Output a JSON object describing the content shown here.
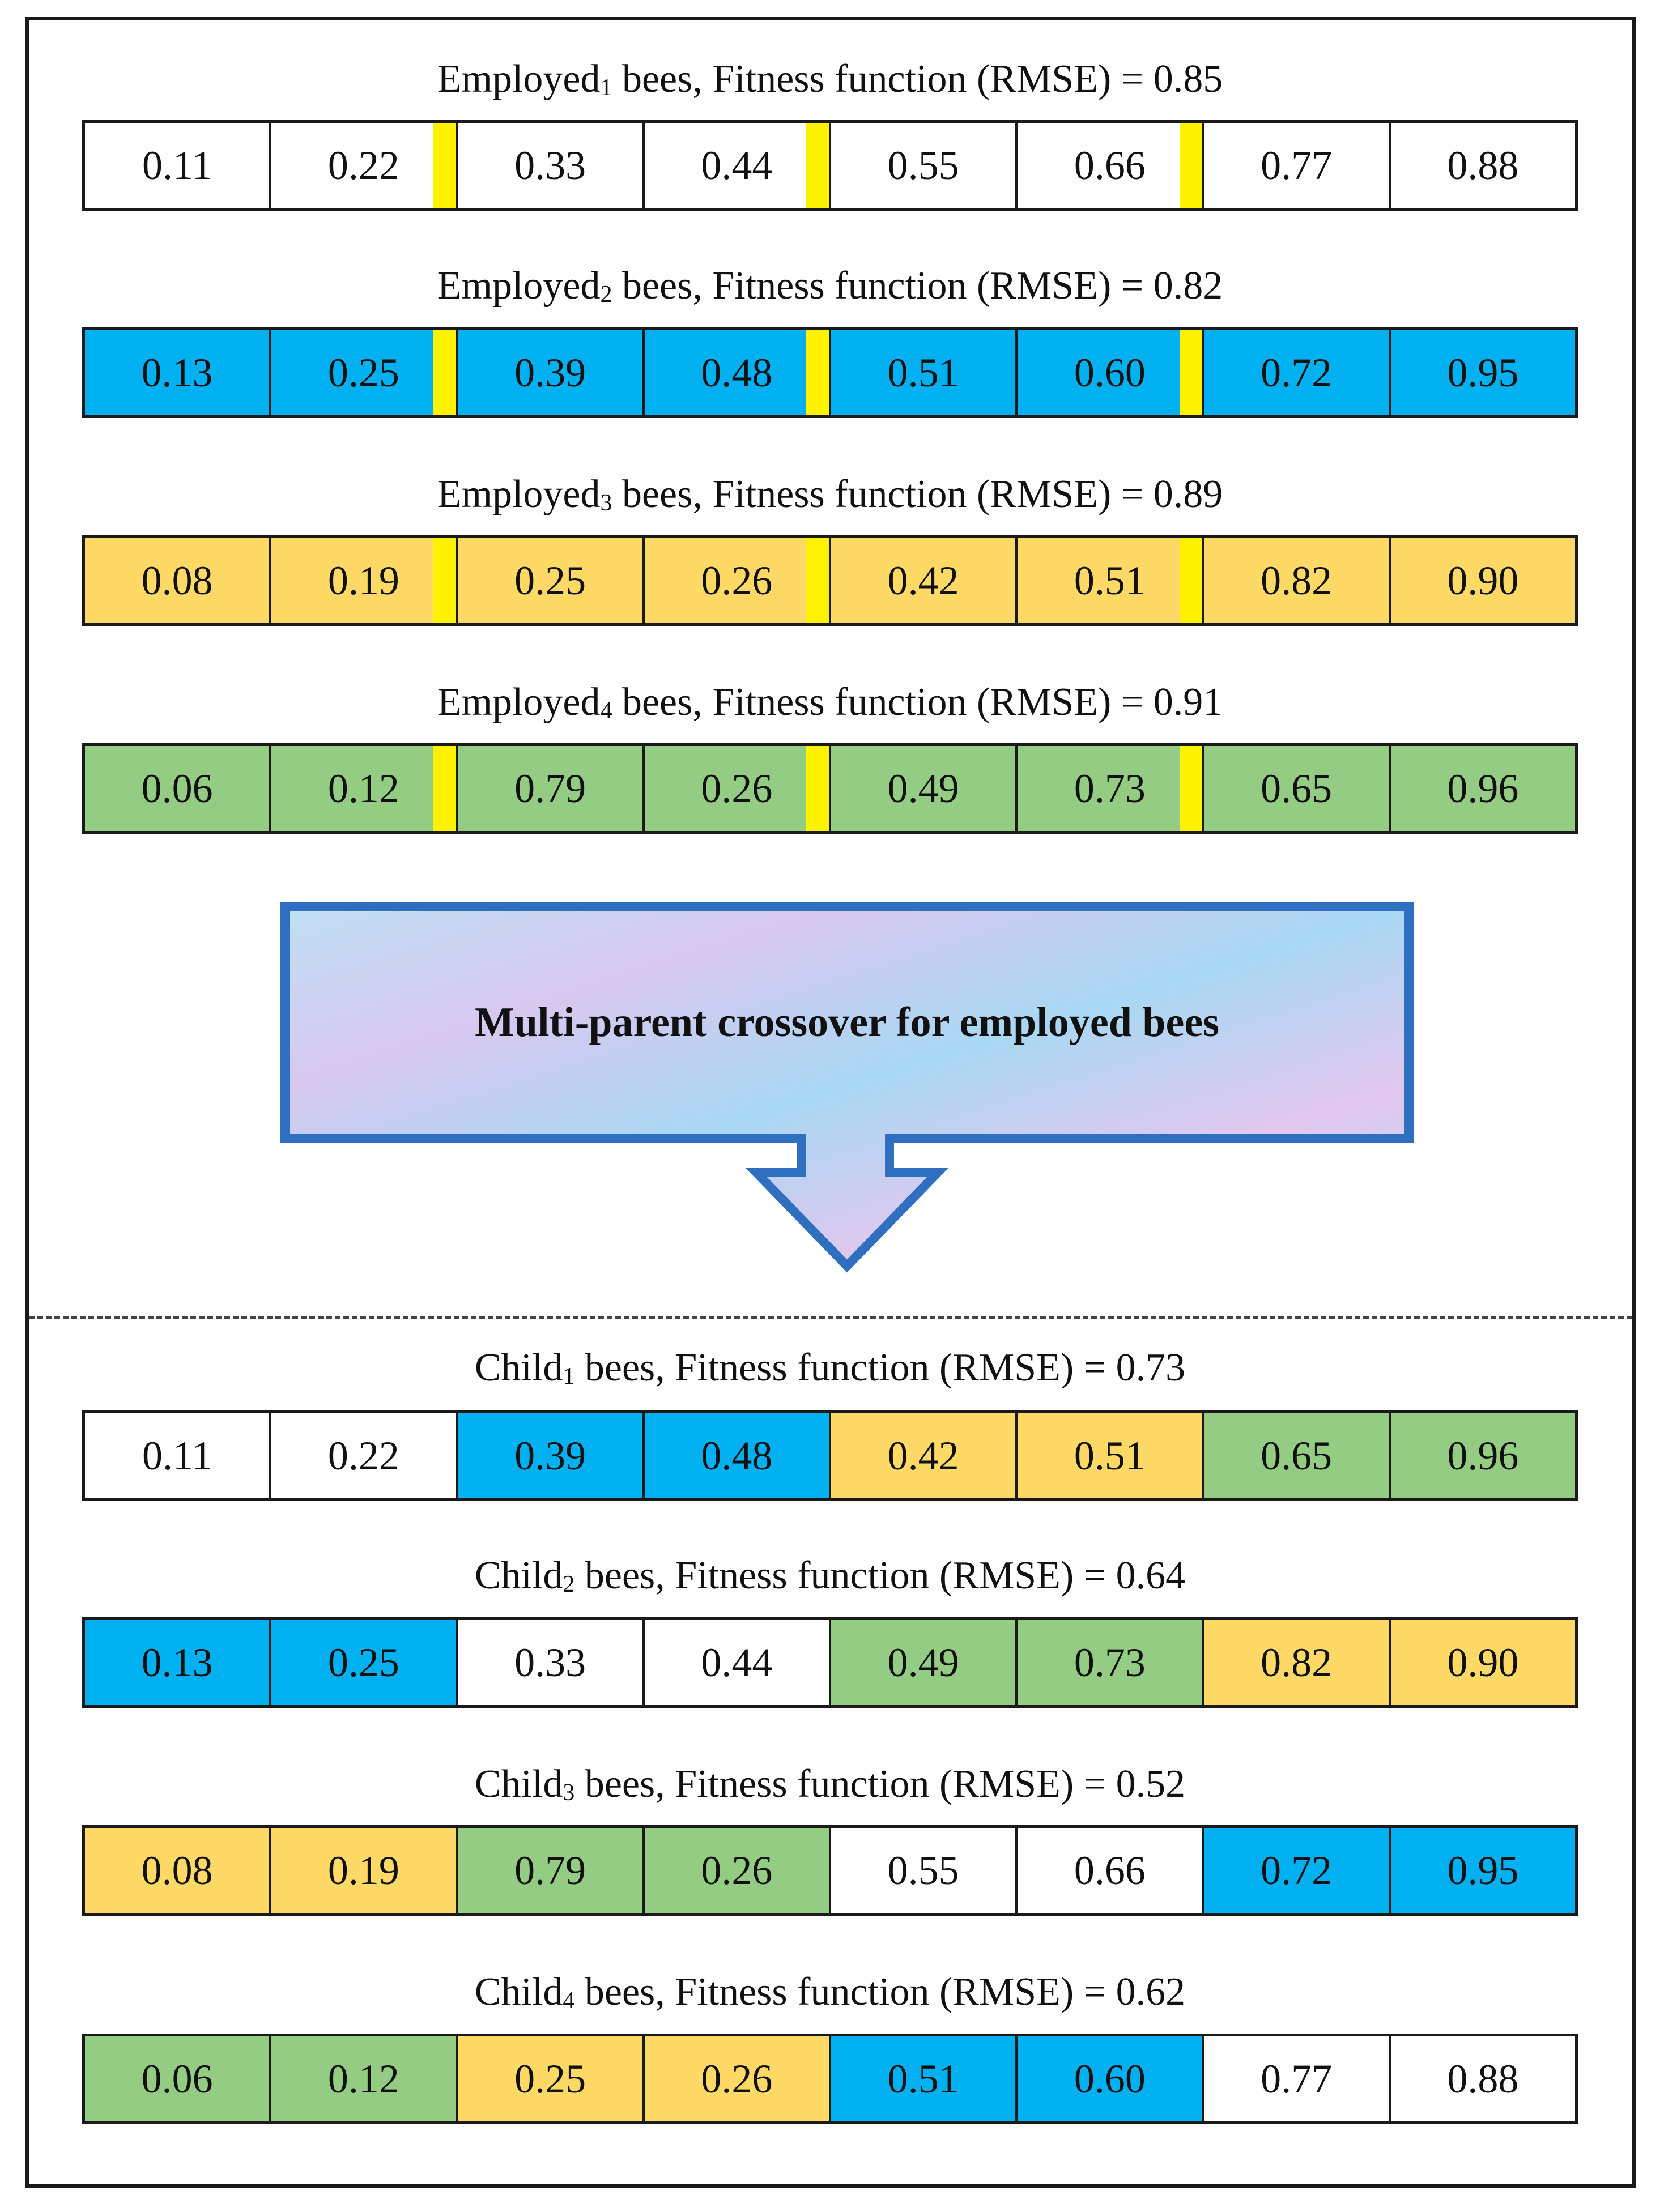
{
  "colors": {
    "white": "#ffffff",
    "blue": "#00b0f0",
    "orange": "#ffd966",
    "green": "#93cc82",
    "cut": "#fff200"
  },
  "arrow": {
    "label": "Multi-parent crossover for employed bees"
  },
  "parents": [
    {
      "name": "Employed",
      "sub": "1",
      "suffix": " bees, Fitness function (RMSE) = 0.85",
      "color": "white",
      "values": [
        "0.11",
        "0.22",
        "0.33",
        "0.44",
        "0.55",
        "0.66",
        "0.77",
        "0.88"
      ]
    },
    {
      "name": "Employed",
      "sub": "2",
      "suffix": " bees, Fitness function (RMSE) = 0.82",
      "color": "blue",
      "values": [
        "0.13",
        "0.25",
        "0.39",
        "0.48",
        "0.51",
        "0.60",
        "0.72",
        "0.95"
      ]
    },
    {
      "name": "Employed",
      "sub": "3",
      "suffix": " bees, Fitness function (RMSE) = 0.89",
      "color": "orange",
      "values": [
        "0.08",
        "0.19",
        "0.25",
        "0.26",
        "0.42",
        "0.51",
        "0.82",
        "0.90"
      ]
    },
    {
      "name": "Employed",
      "sub": "4",
      "suffix": " bees, Fitness function (RMSE) = 0.91",
      "color": "green",
      "values": [
        "0.06",
        "0.12",
        "0.79",
        "0.26",
        "0.49",
        "0.73",
        "0.65",
        "0.96"
      ]
    }
  ],
  "cut_after_cells": [
    2,
    4,
    6
  ],
  "children": [
    {
      "name": "Child",
      "sub": "1",
      "suffix": " bees, Fitness function (RMSE) = 0.73",
      "values": [
        "0.11",
        "0.22",
        "0.39",
        "0.48",
        "0.42",
        "0.51",
        "0.65",
        "0.96"
      ],
      "colors": [
        "white",
        "white",
        "blue",
        "blue",
        "orange",
        "orange",
        "green",
        "green"
      ]
    },
    {
      "name": "Child",
      "sub": "2",
      "suffix": " bees, Fitness function (RMSE) = 0.64",
      "values": [
        "0.13",
        "0.25",
        "0.33",
        "0.44",
        "0.49",
        "0.73",
        "0.82",
        "0.90"
      ],
      "colors": [
        "blue",
        "blue",
        "white",
        "white",
        "green",
        "green",
        "orange",
        "orange"
      ]
    },
    {
      "name": "Child",
      "sub": "3",
      "suffix": " bees, Fitness function (RMSE) = 0.52",
      "values": [
        "0.08",
        "0.19",
        "0.79",
        "0.26",
        "0.55",
        "0.66",
        "0.72",
        "0.95"
      ],
      "colors": [
        "orange",
        "orange",
        "green",
        "green",
        "white",
        "white",
        "blue",
        "blue"
      ]
    },
    {
      "name": "Child",
      "sub": "4",
      "suffix": " bees, Fitness function (RMSE) = 0.62",
      "values": [
        "0.06",
        "0.12",
        "0.25",
        "0.26",
        "0.51",
        "0.60",
        "0.77",
        "0.88"
      ],
      "colors": [
        "green",
        "green",
        "orange",
        "orange",
        "blue",
        "blue",
        "white",
        "white"
      ]
    }
  ]
}
